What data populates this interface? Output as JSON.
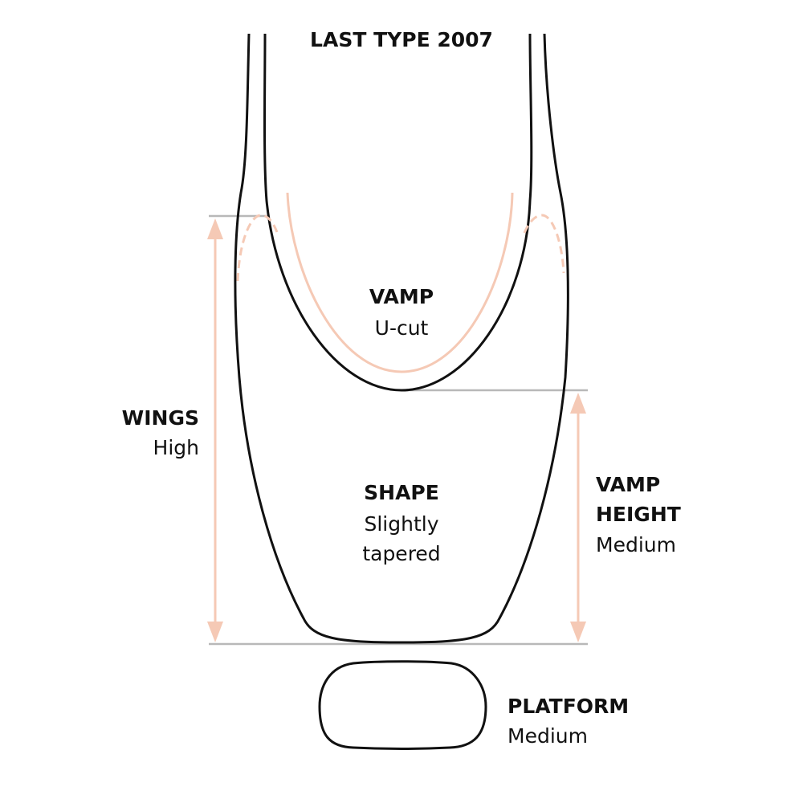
{
  "title": "LAST TYPE 2007",
  "colors": {
    "outline": "#111111",
    "accent": "#f5c9b5",
    "guide": "#b8b8b8"
  },
  "labels": {
    "vamp": {
      "heading": "VAMP",
      "value": "U-cut"
    },
    "wings": {
      "heading": "WINGS",
      "value": "High"
    },
    "shape": {
      "heading": "SHAPE",
      "value_line1": "Slightly",
      "value_line2": "tapered"
    },
    "vamp_height": {
      "heading_line1": "VAMP",
      "heading_line2": "HEIGHT",
      "value": "Medium"
    },
    "platform": {
      "heading": "PLATFORM",
      "value": "Medium"
    }
  }
}
